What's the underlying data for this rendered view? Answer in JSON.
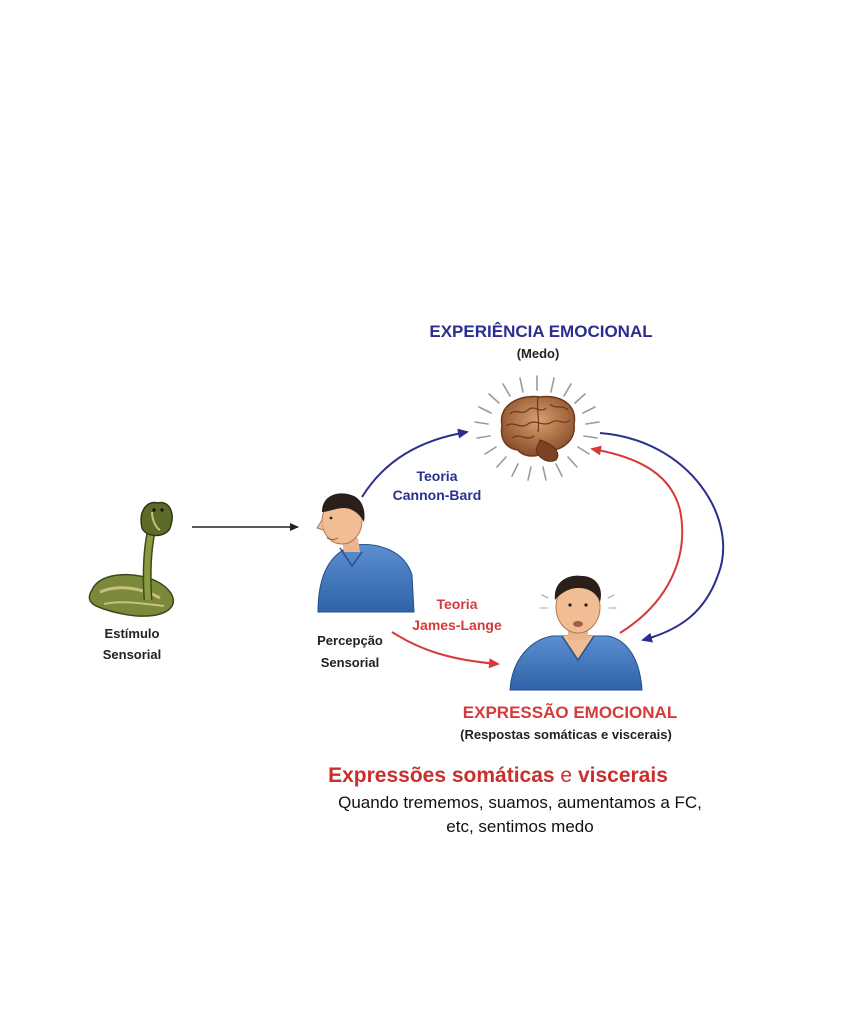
{
  "diagram": {
    "experience": {
      "title": "EXPERIÊNCIA EMOCIONAL",
      "subtitle": "(Medo)",
      "color": "#2a2f8f"
    },
    "stimulus": {
      "line1": "Estímulo",
      "line2": "Sensorial"
    },
    "perception": {
      "line1": "Percepção",
      "line2": "Sensorial"
    },
    "cannon_bard": {
      "line1": "Teoria",
      "line2": "Cannon-Bard",
      "color": "#2a2f8f"
    },
    "james_lange": {
      "line1": "Teoria",
      "line2": "James-Lange",
      "color": "#d63a3a"
    },
    "expression": {
      "title": "EXPRESSÃO EMOCIONAL",
      "subtitle": "(Respostas somáticas e viscerais)",
      "color": "#d63a3a"
    },
    "caption": {
      "heading_part1": "Expressões somáticas",
      "heading_part2": " e ",
      "heading_part3": "viscerais",
      "line1": "Quando  trememos, suamos, aumentamos a FC,",
      "line2": "etc, sentimos medo",
      "heading_color": "#c9302c"
    },
    "icons": {
      "snake": "cobra-snake-icon",
      "brain": "brain-icon",
      "man_profile": "man-profile-icon",
      "man_front": "man-front-icon"
    }
  }
}
